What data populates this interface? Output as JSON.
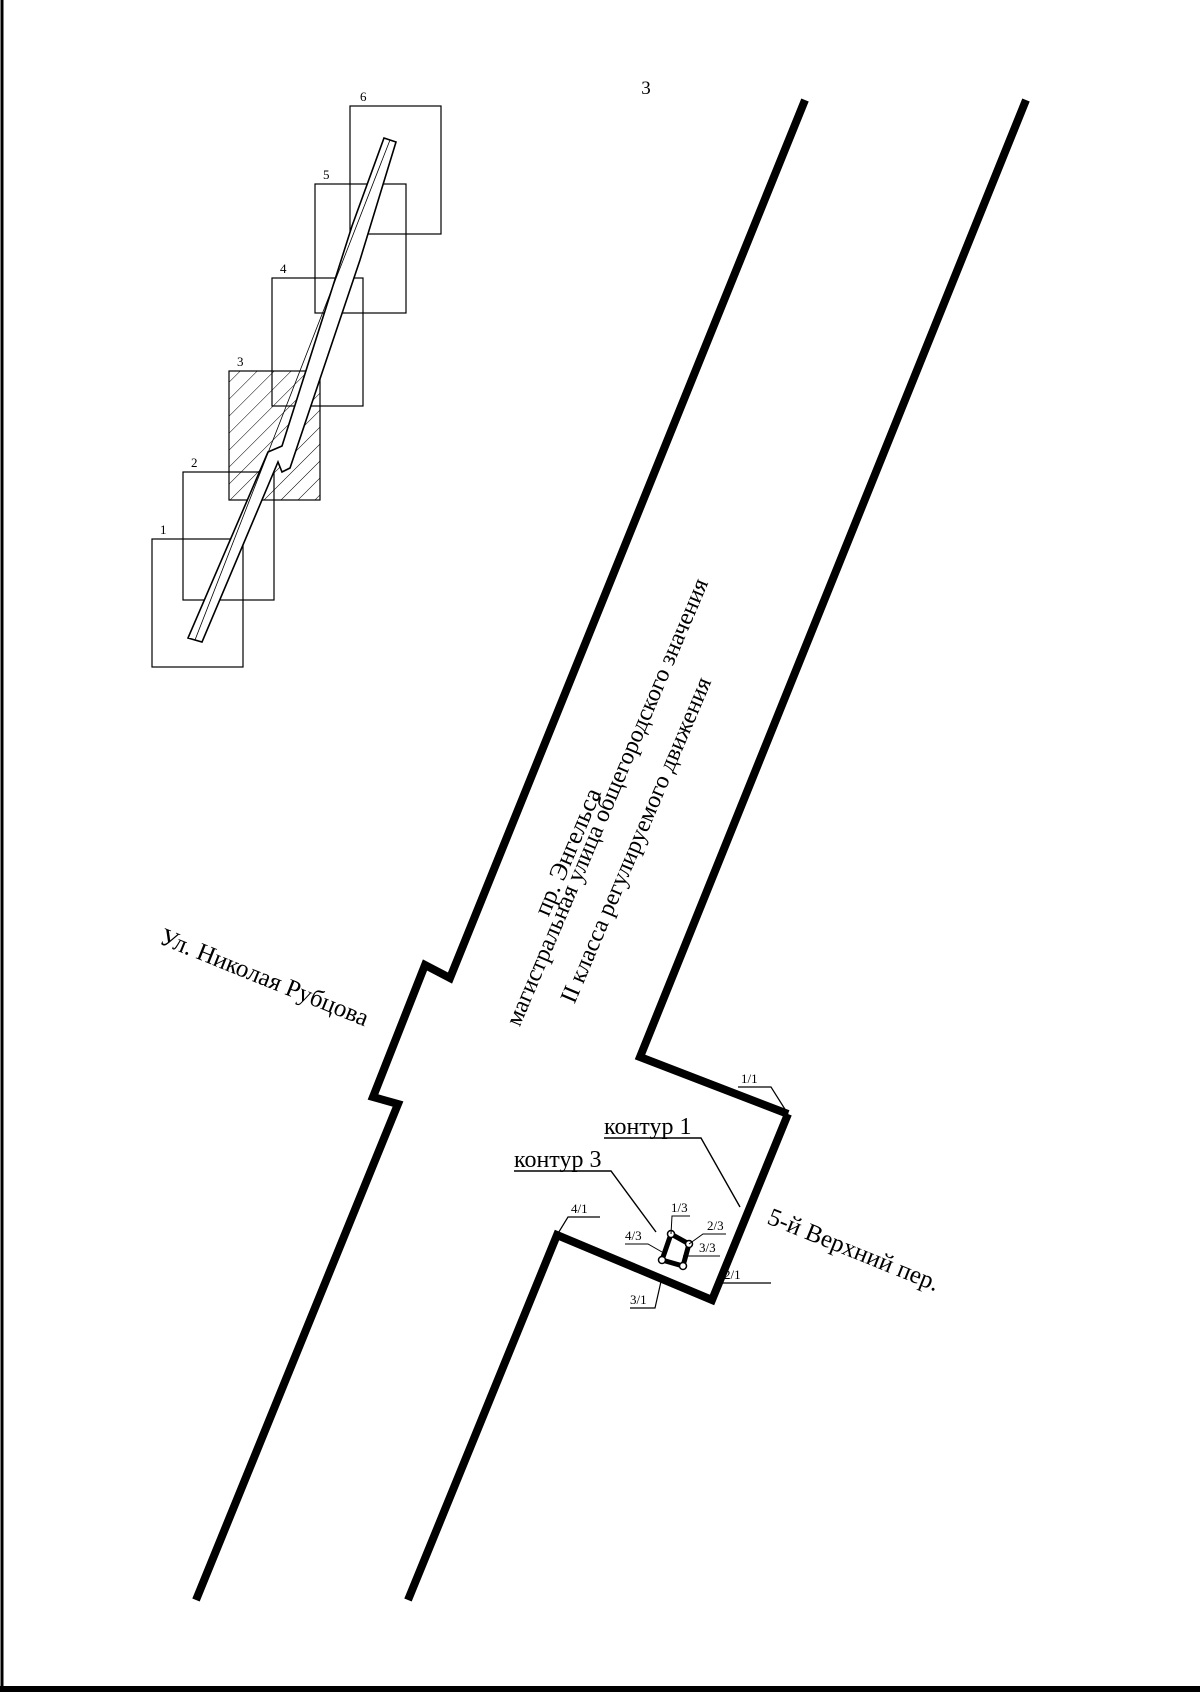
{
  "page_number": "3",
  "index_sheets": [
    "1",
    "2",
    "3",
    "4",
    "5",
    "6"
  ],
  "highlighted_sheet": "3",
  "streets": {
    "main_name": "пр. Энгельса",
    "main_class_line1": "магистральная улица общегородского значения",
    "main_class_line2": "II класса регулируемого движения",
    "side_left": "Ул. Николая Рубцова",
    "side_right": "5-й Верхний пер."
  },
  "contours": {
    "contour1_label": "контур 1",
    "contour3_label": "контур 3",
    "points_contour1": [
      "1/1",
      "2/1",
      "3/1",
      "4/1"
    ],
    "points_contour3": [
      "1/3",
      "2/3",
      "3/3",
      "4/3"
    ]
  },
  "colors": {
    "ink": "#000000",
    "paper": "#ffffff"
  }
}
